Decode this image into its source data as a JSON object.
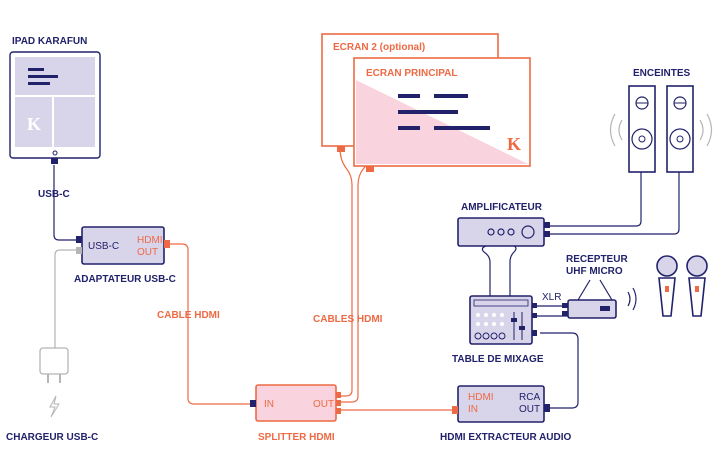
{
  "labels": {
    "ipad": "IPAD KARAFUN",
    "usbc_cable": "USB-C",
    "adapter_in": "USB-C",
    "adapter_out_1": "HDMI",
    "adapter_out_2": "OUT",
    "adapter": "ADAPTATEUR USB-C",
    "charger": "CHARGEUR USB-C",
    "cable_hdmi": "CABLE HDMI",
    "cables_hdmi": "CABLES HDMI",
    "splitter_in": "IN",
    "splitter_out": "OUT",
    "splitter": "SPLITTER HDMI",
    "screen2": "ECRAN 2 (optional)",
    "screen_main": "ECRAN PRINCIPAL",
    "speakers": "ENCEINTES",
    "amplifier": "AMPLIFICATEUR",
    "receiver_1": "RECEPTEUR",
    "receiver_2": "UHF MICRO",
    "xlr": "XLR",
    "mixer": "TABLE DE MIXAGE",
    "extractor_hdmi_1": "HDMI",
    "extractor_hdmi_2": "IN",
    "extractor_rca_1": "RCA",
    "extractor_rca_2": "OUT",
    "extractor": "HDMI EXTRACTEUR AUDIO",
    "logo_letter": "K"
  },
  "colors": {
    "navy": "#22226b",
    "orange": "#ee6a45",
    "pink": "#f9d3dd",
    "lavender": "#d8d4ea",
    "gray": "#b5b5b5"
  }
}
